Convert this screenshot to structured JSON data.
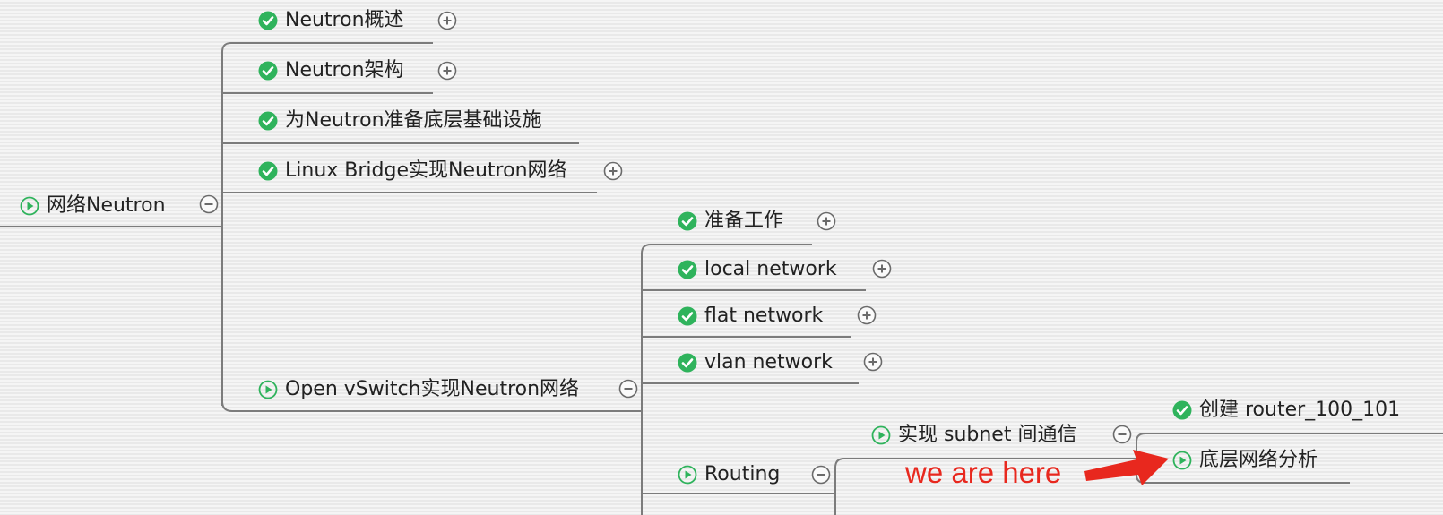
{
  "colors": {
    "check": "#2fb35c",
    "play": "#2fb35c",
    "line": "#7c7c7c",
    "toggle": "#6a6a6a",
    "annotation": "#e8281e"
  },
  "nodes": {
    "root": {
      "label": "网络Neutron",
      "icon": "play-circle-icon",
      "toggle": "collapse"
    },
    "overview": {
      "label": "Neutron概述",
      "icon": "check-circle-icon",
      "toggle": "expand"
    },
    "architecture": {
      "label": "Neutron架构",
      "icon": "check-circle-icon",
      "toggle": "expand"
    },
    "infrastructure": {
      "label": "为Neutron准备底层基础设施",
      "icon": "check-circle-icon"
    },
    "linux_bridge": {
      "label": "Linux Bridge实现Neutron网络",
      "icon": "check-circle-icon",
      "toggle": "expand"
    },
    "ovs": {
      "label": "Open vSwitch实现Neutron网络",
      "icon": "play-circle-icon",
      "toggle": "collapse"
    },
    "prep_work": {
      "label": "准备工作",
      "icon": "check-circle-icon",
      "toggle": "expand"
    },
    "local_network": {
      "label": "local network",
      "icon": "check-circle-icon",
      "toggle": "expand"
    },
    "flat_network": {
      "label": "flat network",
      "icon": "check-circle-icon",
      "toggle": "expand"
    },
    "vlan_network": {
      "label": "vlan network",
      "icon": "check-circle-icon",
      "toggle": "expand"
    },
    "routing": {
      "label": "Routing",
      "icon": "play-circle-icon",
      "toggle": "collapse"
    },
    "subnet_comm": {
      "label": "实现 subnet 间通信",
      "icon": "play-circle-icon",
      "toggle": "collapse"
    },
    "create_router": {
      "label": "创建 router_100_101",
      "icon": "check-circle-icon"
    },
    "underlay_analysis": {
      "label": "底层网络分析",
      "icon": "play-circle-icon"
    }
  },
  "annotation": {
    "text": "we are here"
  }
}
